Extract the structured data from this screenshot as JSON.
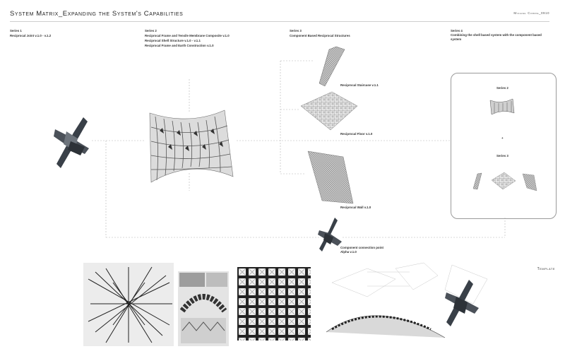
{
  "header": {
    "title": "System Matrix_Expanding the System's Capabilities",
    "author": "Michael Corrie_0910"
  },
  "series1": {
    "heading": "Series 1",
    "lines": [
      "Reciprocal Joint v.1.0 - v.1.2"
    ]
  },
  "series2": {
    "heading": "Series 2",
    "lines": [
      "Reciprocal Frame and Tensile Membrane Composite v.1.0",
      "Reciprocal Shell Structure v.1.0 - v.1.1",
      "Reciprocal Frame and Earth Construction v.1.0"
    ]
  },
  "series3": {
    "heading": "Series 3",
    "lines": [
      "Component Based Reciprocal Structures"
    ]
  },
  "series4": {
    "heading": "Series 4",
    "lines": [
      "Combining the shell based system with the component based",
      "system"
    ]
  },
  "labels": {
    "staircase": "Reciprocal Staircase v.1.1",
    "floor": "Reciprocal Floor v.1.0",
    "wall": "Reciprocal Wall v.1.0",
    "connection_1": "Component connection point",
    "connection_2": "Alpha v.1.0",
    "box_series2": "Series 2",
    "box_series3": "Series 3",
    "box_plus": "+"
  },
  "footer": {
    "template": "Template"
  }
}
